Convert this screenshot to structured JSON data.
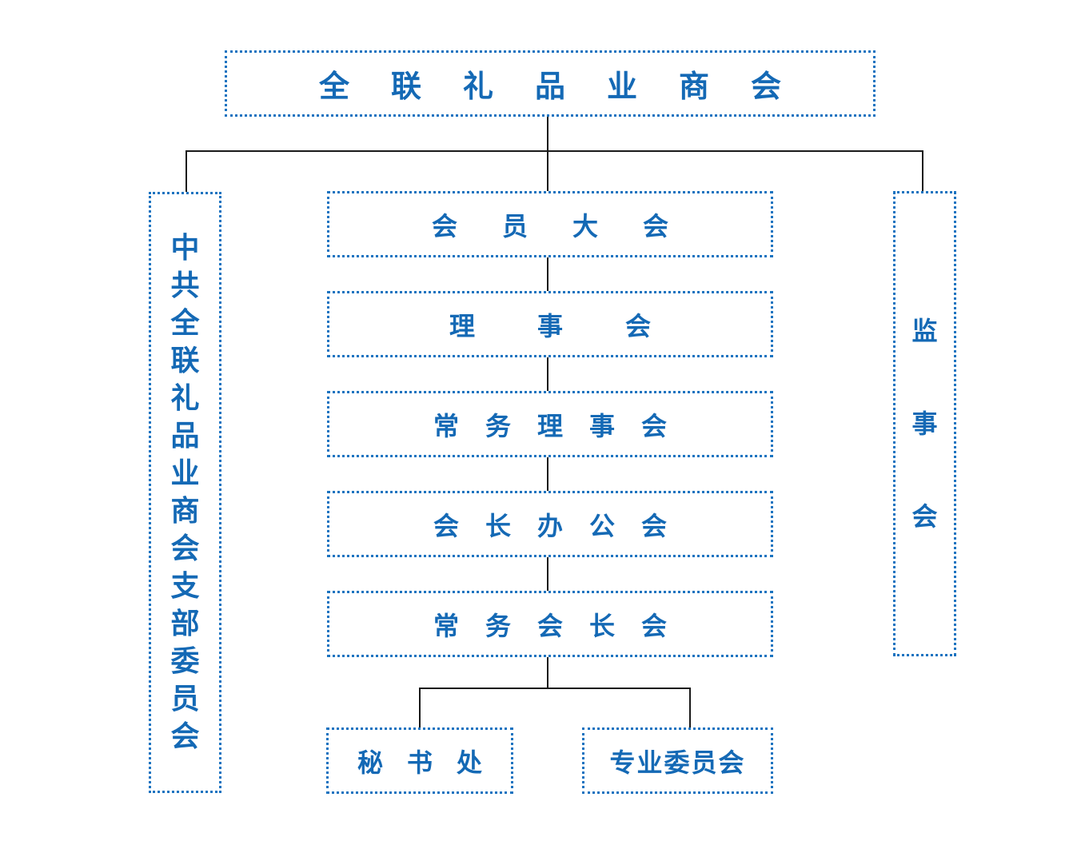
{
  "org_chart": {
    "root": "全联礼品业商会",
    "party_branch": "中共全联礼品业商会支部委员会",
    "supervisory_board": "监事会",
    "chain": [
      "会员大会",
      "理事会",
      "常务理事会",
      "会长办公会",
      "常务会长会"
    ],
    "sub_units": [
      "秘书处",
      "专业委员会"
    ]
  },
  "colors": {
    "box_border": "#1a73c0",
    "text": "#1469b5",
    "connector": "#1a1a1a",
    "background": "#ffffff"
  }
}
